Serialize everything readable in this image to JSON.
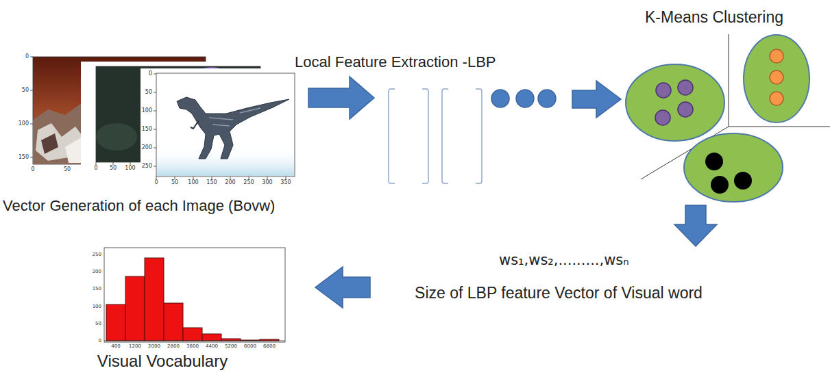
{
  "diagram": {
    "labels": [
      "K-Means Clustering",
      "Local Feature Extraction -LBP",
      "Vector Generation of each Image (Bovw)",
      "ws₁,ws₂,.........,wsₙ",
      "Size of LBP feature Vector of Visual word",
      "Visual Vocabulary",
      "0",
      "50",
      "100",
      "150",
      "0",
      "50",
      "0",
      "50",
      "100",
      "0",
      "50",
      "100",
      "150",
      "200",
      "250",
      "0",
      "50",
      "100",
      "150",
      "200",
      "250",
      "300",
      "350",
      "0",
      "50",
      "100",
      "150",
      "200",
      "250",
      "400",
      "1200",
      "2000",
      "2800",
      "3600",
      "4400",
      "5200",
      "6000",
      "6800"
    ]
  }
}
